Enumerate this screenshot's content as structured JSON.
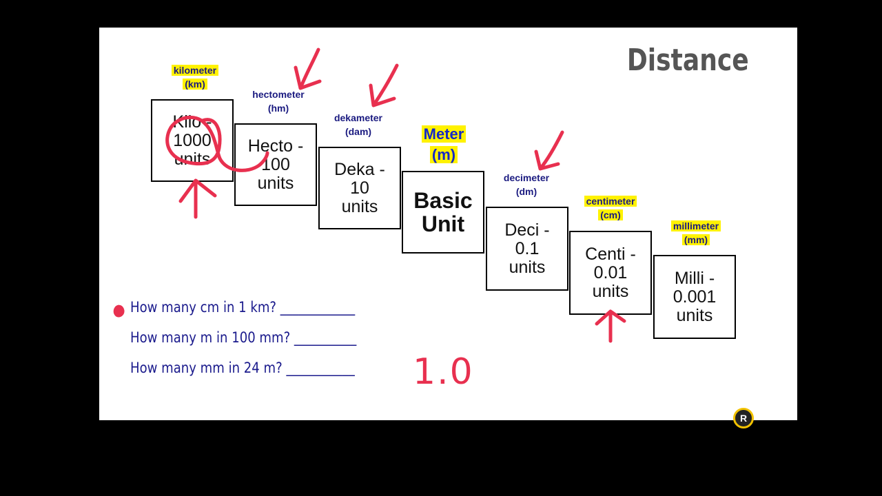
{
  "title": "Distance",
  "units": [
    {
      "label_line1": "kilometer",
      "label_line2": "(km)",
      "box_line1": "Kilo -",
      "box_line2": "1000",
      "box_line3": "units"
    },
    {
      "label_line1": "hectometer",
      "label_line2": "(hm)",
      "box_line1": "Hecto -",
      "box_line2": "100",
      "box_line3": "units"
    },
    {
      "label_line1": "dekameter",
      "label_line2": "(dam)",
      "box_line1": "Deka -",
      "box_line2": "10",
      "box_line3": "units"
    },
    {
      "label_line1": "Meter",
      "label_line2": "(m)",
      "box_line1": "Basic",
      "box_line2": "Unit"
    },
    {
      "label_line1": "decimeter",
      "label_line2": "(dm)",
      "box_line1": "Deci -",
      "box_line2": "0.1",
      "box_line3": "units"
    },
    {
      "label_line1": "centimeter",
      "label_line2": "(cm)",
      "box_line1": "Centi -",
      "box_line2": "0.01",
      "box_line3": "units"
    },
    {
      "label_line1": "millimeter",
      "label_line2": "(mm)",
      "box_line1": "Milli -",
      "box_line2": "0.001",
      "box_line3": "units"
    }
  ],
  "questions": [
    "How many cm in 1 km? ____________",
    "How many m in 100 mm? __________",
    "How many mm in 24 m? ___________"
  ],
  "handwritten_answer": "1.0",
  "colors": {
    "highlight": "#fff200",
    "label_text": "#1a1a80",
    "question_text": "#1a1a8c",
    "ink": "#e8304f",
    "title": "#555555"
  }
}
